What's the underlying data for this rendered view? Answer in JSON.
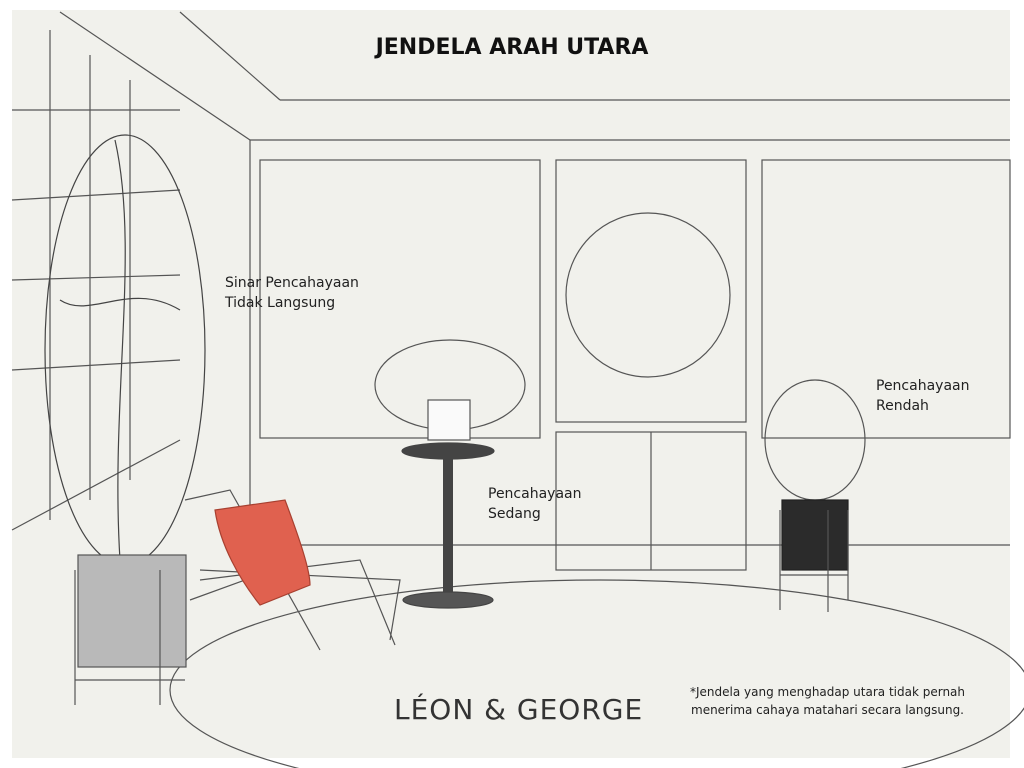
{
  "title": "JENDELA ARAH UTARA",
  "labels": {
    "indirect": [
      "Sinar Pencahayaan",
      "Tidak Langsung"
    ],
    "medium": [
      "Pencahayaan",
      "Sedang"
    ],
    "low": [
      "Pencahayaan",
      "Rendah"
    ]
  },
  "brand": "LÉON & GEORGE",
  "footnote": [
    "*Jendela yang menghadap utara tidak pernah",
    "menerima cahaya matahari secara langsung."
  ],
  "colors": {
    "background": "#f1f1ec",
    "cushion": "#e0614f",
    "pot_grey": "#b9b9b9",
    "pot_black": "#2b2b2b",
    "table": "#444444"
  }
}
